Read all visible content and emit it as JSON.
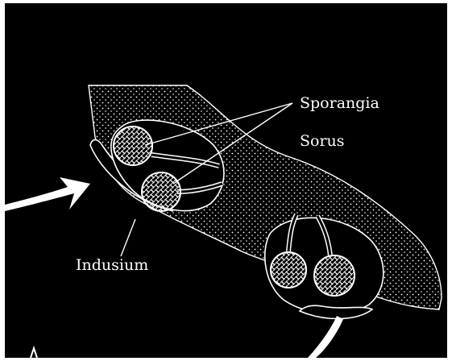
{
  "diagram": {
    "labels": {
      "sporangia": "Sporangia",
      "sorus": "Sorus",
      "indusium": "Indusium"
    },
    "colors": {
      "background": "#000000",
      "ink": "#ffffff"
    }
  }
}
